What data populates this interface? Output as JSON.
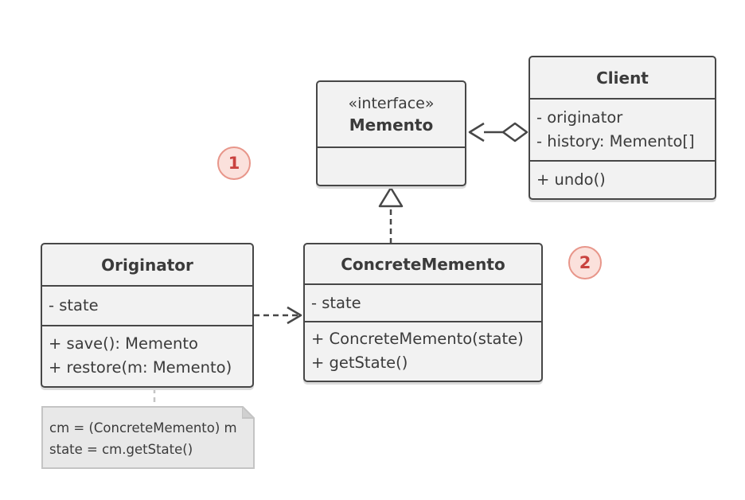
{
  "memento": {
    "stereotype": "«interface»",
    "name": "Memento"
  },
  "client": {
    "name": "Client",
    "fields": [
      "- originator",
      "- history: Memento[]"
    ],
    "methods": [
      "+ undo()"
    ]
  },
  "originator": {
    "name": "Originator",
    "fields": [
      "- state"
    ],
    "methods": [
      "+ save(): Memento",
      "+ restore(m: Memento)"
    ]
  },
  "concrete_memento": {
    "name": "ConcreteMemento",
    "fields": [
      "- state"
    ],
    "methods": [
      "+ ConcreteMemento(state)",
      "+ getState()"
    ]
  },
  "note": {
    "lines": [
      "cm = (ConcreteMemento) m",
      "state = cm.getState()"
    ]
  },
  "badges": [
    "1",
    "2"
  ],
  "colors": {
    "box_fill": "#f2f2f2",
    "box_border": "#474747",
    "badge_fill": "#fbe1dc",
    "badge_border": "#e8968a",
    "badge_text": "#c9423f",
    "note_fill": "#e8e8e8"
  }
}
